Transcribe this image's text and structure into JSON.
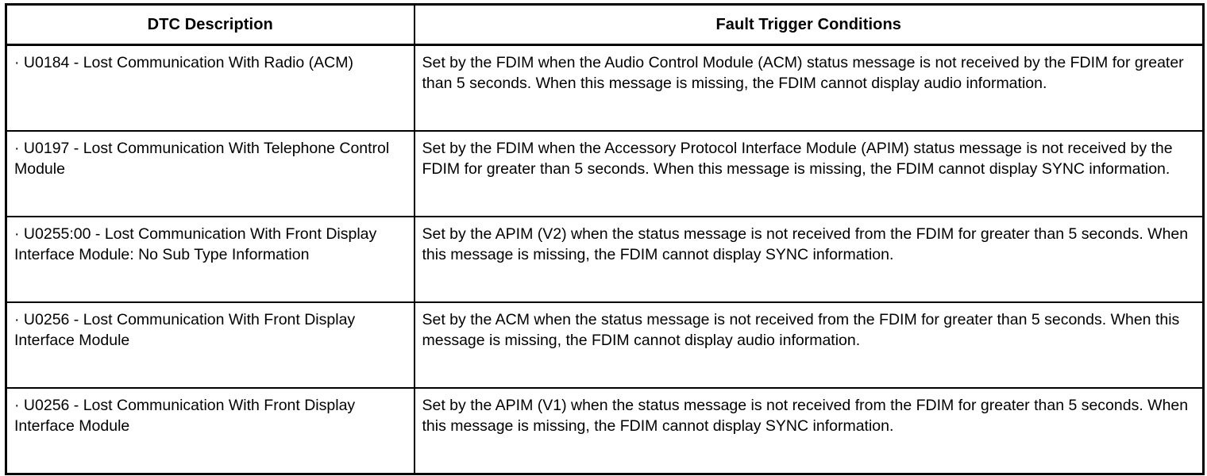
{
  "table": {
    "columns": [
      {
        "key": "dtc_description",
        "header": "DTC Description"
      },
      {
        "key": "fault_trigger_conditions",
        "header": "Fault Trigger Conditions"
      }
    ],
    "bullet_glyph": "·",
    "rows": [
      {
        "dtc_description": "U0184 - Lost Communication With Radio (ACM)",
        "fault_trigger_conditions": "Set by the FDIM when the Audio Control Module (ACM) status message is not received by the FDIM for greater than 5 seconds. When this message is missing, the FDIM cannot display audio information."
      },
      {
        "dtc_description": "U0197 - Lost Communication With Telephone Control Module",
        "fault_trigger_conditions": "Set by the FDIM when the Accessory Protocol Interface Module (APIM) status message is not received by the FDIM for greater than 5 seconds. When this message is missing, the FDIM cannot display SYNC information."
      },
      {
        "dtc_description": "U0255:00 - Lost Communication With Front Display Interface Module: No Sub Type Information",
        "fault_trigger_conditions": "Set by the APIM (V2) when the status message is not received from the FDIM for greater than 5 seconds. When this message is missing, the FDIM cannot display SYNC information."
      },
      {
        "dtc_description": "U0256 - Lost Communication With Front Display Interface Module",
        "fault_trigger_conditions": "Set by the ACM when the status message is not received from the FDIM for greater than 5 seconds. When this message is missing, the FDIM cannot display audio information."
      },
      {
        "dtc_description": "U0256 - Lost Communication With Front Display Interface Module",
        "fault_trigger_conditions": "Set by the APIM (V1) when the status message is not received from the FDIM for greater than 5 seconds. When this message is missing, the FDIM cannot display SYNC information."
      }
    ]
  },
  "colors": {
    "border": "#000000",
    "text": "#000000",
    "background": "#ffffff"
  }
}
